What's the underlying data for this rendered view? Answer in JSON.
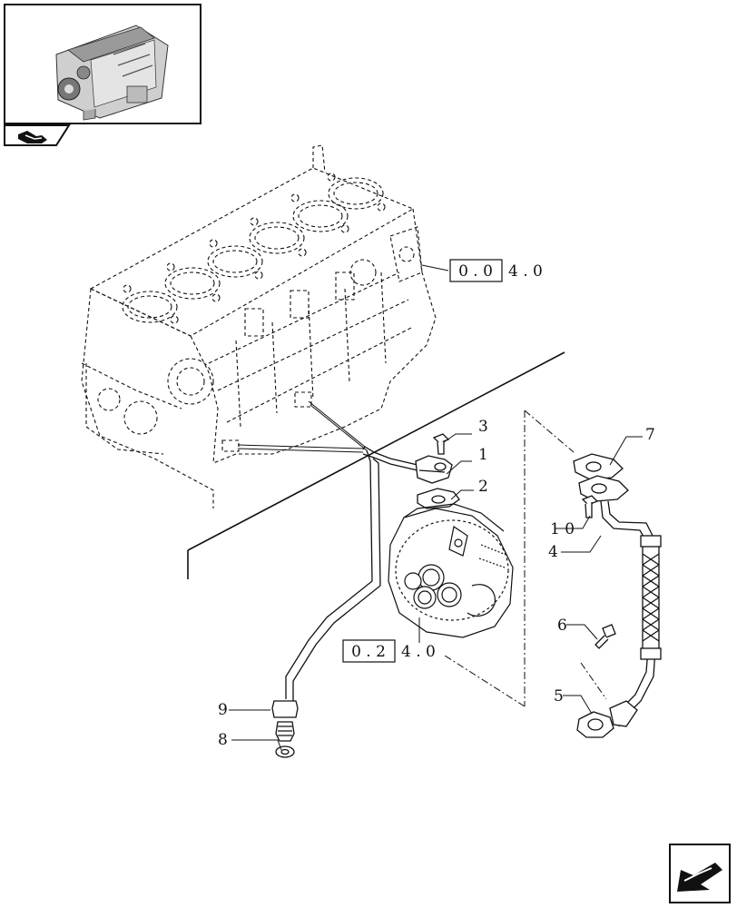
{
  "callouts": [
    {
      "id": "callout-1",
      "label": "1"
    },
    {
      "id": "callout-2",
      "label": "2"
    },
    {
      "id": "callout-3",
      "label": "3"
    },
    {
      "id": "callout-4",
      "label": "4"
    },
    {
      "id": "callout-5",
      "label": "5"
    },
    {
      "id": "callout-6",
      "label": "6"
    },
    {
      "id": "callout-7",
      "label": "7"
    },
    {
      "id": "callout-8",
      "label": "8"
    },
    {
      "id": "callout-9",
      "label": "9"
    },
    {
      "id": "callout-10",
      "label": "1 0"
    }
  ],
  "references": {
    "engine_block": {
      "boxed": "0 . 0",
      "rest": "4 . 0"
    },
    "turbocharger": {
      "boxed": "0 . 2",
      "rest": "4 . 0"
    }
  },
  "icons": {
    "thumbnail": "engine-thumbnail-icon",
    "section": "section-arrow-icon",
    "next_page": "next-page-arrow-icon"
  }
}
